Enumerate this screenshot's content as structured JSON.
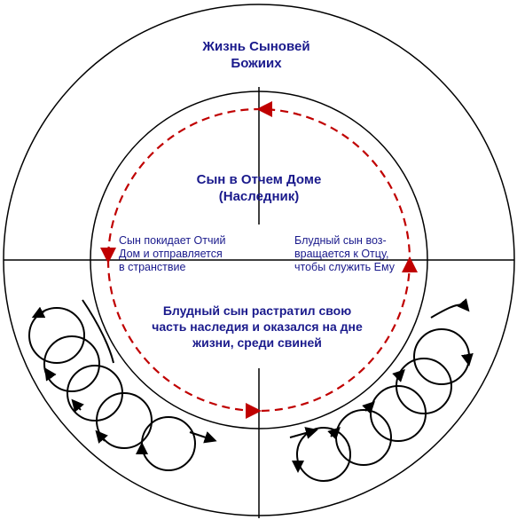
{
  "outer_title": [
    "Жизнь Сыновей",
    "Божиих"
  ],
  "inner_title": [
    "Сын в Отчем Доме",
    "(Наследник)"
  ],
  "left_text": [
    "Сын покидает Отчий",
    "Дом и отправляется",
    "в странствие"
  ],
  "right_text": [
    "Блудный сын воз-",
    "вращается  к Отцу,",
    "чтобы служить Ему"
  ],
  "bottom_text": [
    "Блудный сын растратил свою",
    "часть наследия и оказался на дне",
    "жизни, среди свиней"
  ],
  "colors": {
    "text": "#1a1a8c",
    "dashed_path": "#c00000",
    "lines": "#000000"
  }
}
